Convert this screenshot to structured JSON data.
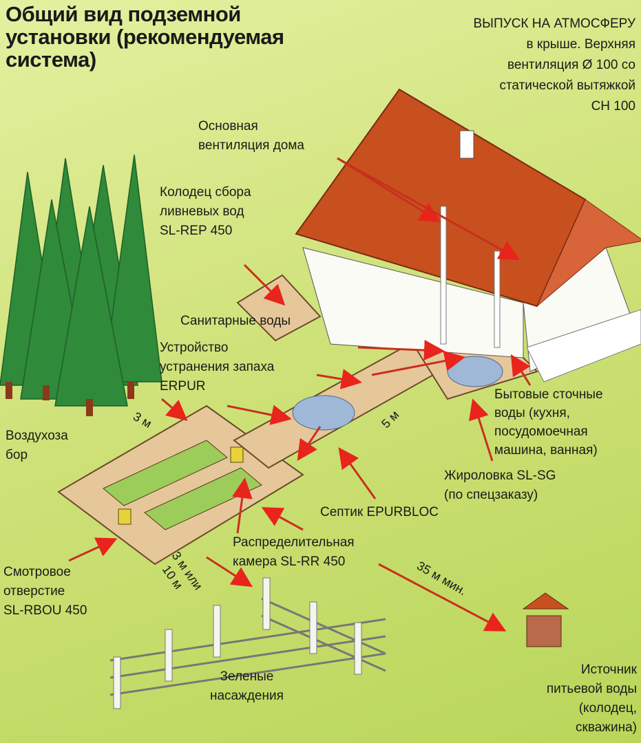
{
  "title": "Общий вид подземной\nустановки (рекомендуемая\nсистема)",
  "labels": {
    "roof_vent": "ВЫПУСК НА АТМОСФЕРУ\nв крыше. Верхняя\nвентиляция Ø 100 со\nстатической вытяжкой\nСН 100",
    "house_vent": "Основная\nвентиляция дома",
    "rain_well": "Колодец сбора\nливневых вод\nSL-REP 450",
    "sanitary": "Санитарные воды",
    "odor": "Устройство\nустранения запаха\nERPUR",
    "air_intake": "Воздухоза\nбор",
    "household": "Бытовые сточные\nводы (кухня,\nпосудомоечная\nмашина, ванная)",
    "grease": "Жироловка SL-SG\n(по спецзаказу)",
    "septic": "Септик EPURBLOC",
    "distribution": "Распределительная\nкамера SL-RR 450",
    "inspection": "Смотровое\nотверстие\nSL-RBOU 450",
    "greenery": "Зеленые\nнасаждения",
    "water_source": "Источник\nпитьевой воды\n(колодец,\nскважина)"
  },
  "distances": {
    "trees": "3 м",
    "trench": "5 м",
    "fence_a": "3 м или",
    "fence_b": "10 м",
    "well": "35 м мин."
  },
  "colors": {
    "arrow": "#e8241c",
    "roof": "#c8501e",
    "grass": "#cfe27a",
    "tree": "#2f8a3a"
  }
}
